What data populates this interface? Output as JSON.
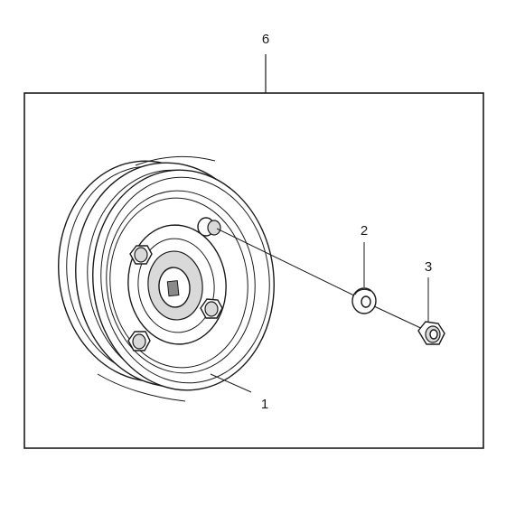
{
  "callouts": {
    "assembly": "6",
    "pulley": "1",
    "washer": "2",
    "nut": "3"
  },
  "colors": {
    "line": "#1a1a1a",
    "background": "#ffffff",
    "shade": "#d9d9d9"
  }
}
